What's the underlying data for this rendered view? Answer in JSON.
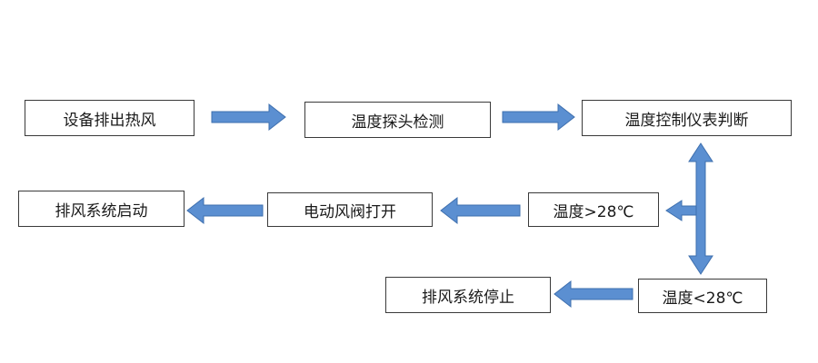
{
  "nodes": {
    "n1": "设备排出热风",
    "n2": "温度探头检测",
    "n3": "温度控制仪表判断",
    "n4": "温度>28℃",
    "n5": "电动风阀打开",
    "n6": "排风系统启动",
    "n7": "温度<28℃",
    "n8": "排风系统停止"
  },
  "colors": {
    "arrow_fill": "#5b8fd1",
    "arrow_stroke": "#3e6fae",
    "node_border": "#3a3a3a"
  }
}
